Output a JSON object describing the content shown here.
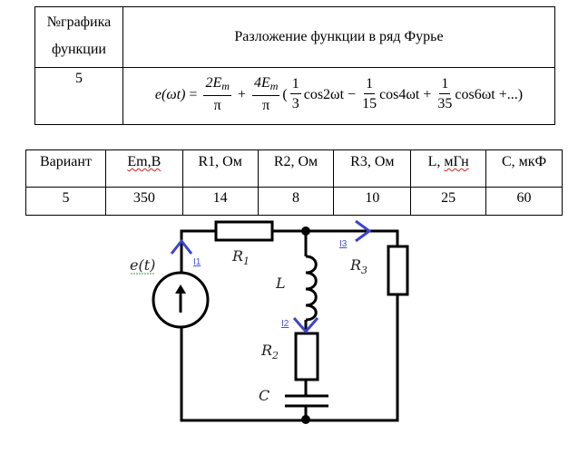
{
  "table_function": {
    "headers": {
      "graph_number": [
        "№графика",
        "функции"
      ],
      "expansion": "Разложение функции в ряд Фурье"
    },
    "row": {
      "graph_number": "5",
      "formula": {
        "lhs": "e(ωt)",
        "eq": "=",
        "term1_num": "2E",
        "term1_sub": "m",
        "term1_den": "π",
        "plus1": "+",
        "term2_num": "4E",
        "term2_sub": "m",
        "term2_den": "π",
        "open": "(",
        "f1_num": "1",
        "f1_den": "3",
        "cos1": "cos2ωt",
        "minus": "−",
        "f2_num": "1",
        "f2_den": "15",
        "cos2": "cos4ωt",
        "plus2": "+",
        "f3_num": "1",
        "f3_den": "35",
        "cos3": "cos6ωt",
        "tail": "+...)"
      }
    }
  },
  "table_params": {
    "headers": [
      "Вариант",
      "Em,B",
      "R1, Ом",
      "R2, Ом",
      "R3, Ом",
      "L, мГн",
      "C, мкФ"
    ],
    "values": [
      "5",
      "350",
      "14",
      "8",
      "10",
      "25",
      "60"
    ]
  },
  "circuit": {
    "source_label": "e(t)",
    "r1_label": "R",
    "r1_sub": "1",
    "r2_label": "R",
    "r2_sub": "2",
    "r3_label": "R",
    "r3_sub": "3",
    "l_label": "L",
    "c_label": "C",
    "i1_label": "I1",
    "i2_label": "I2",
    "i3_label": "I3",
    "current_arrow_color": "#3a44d0"
  }
}
